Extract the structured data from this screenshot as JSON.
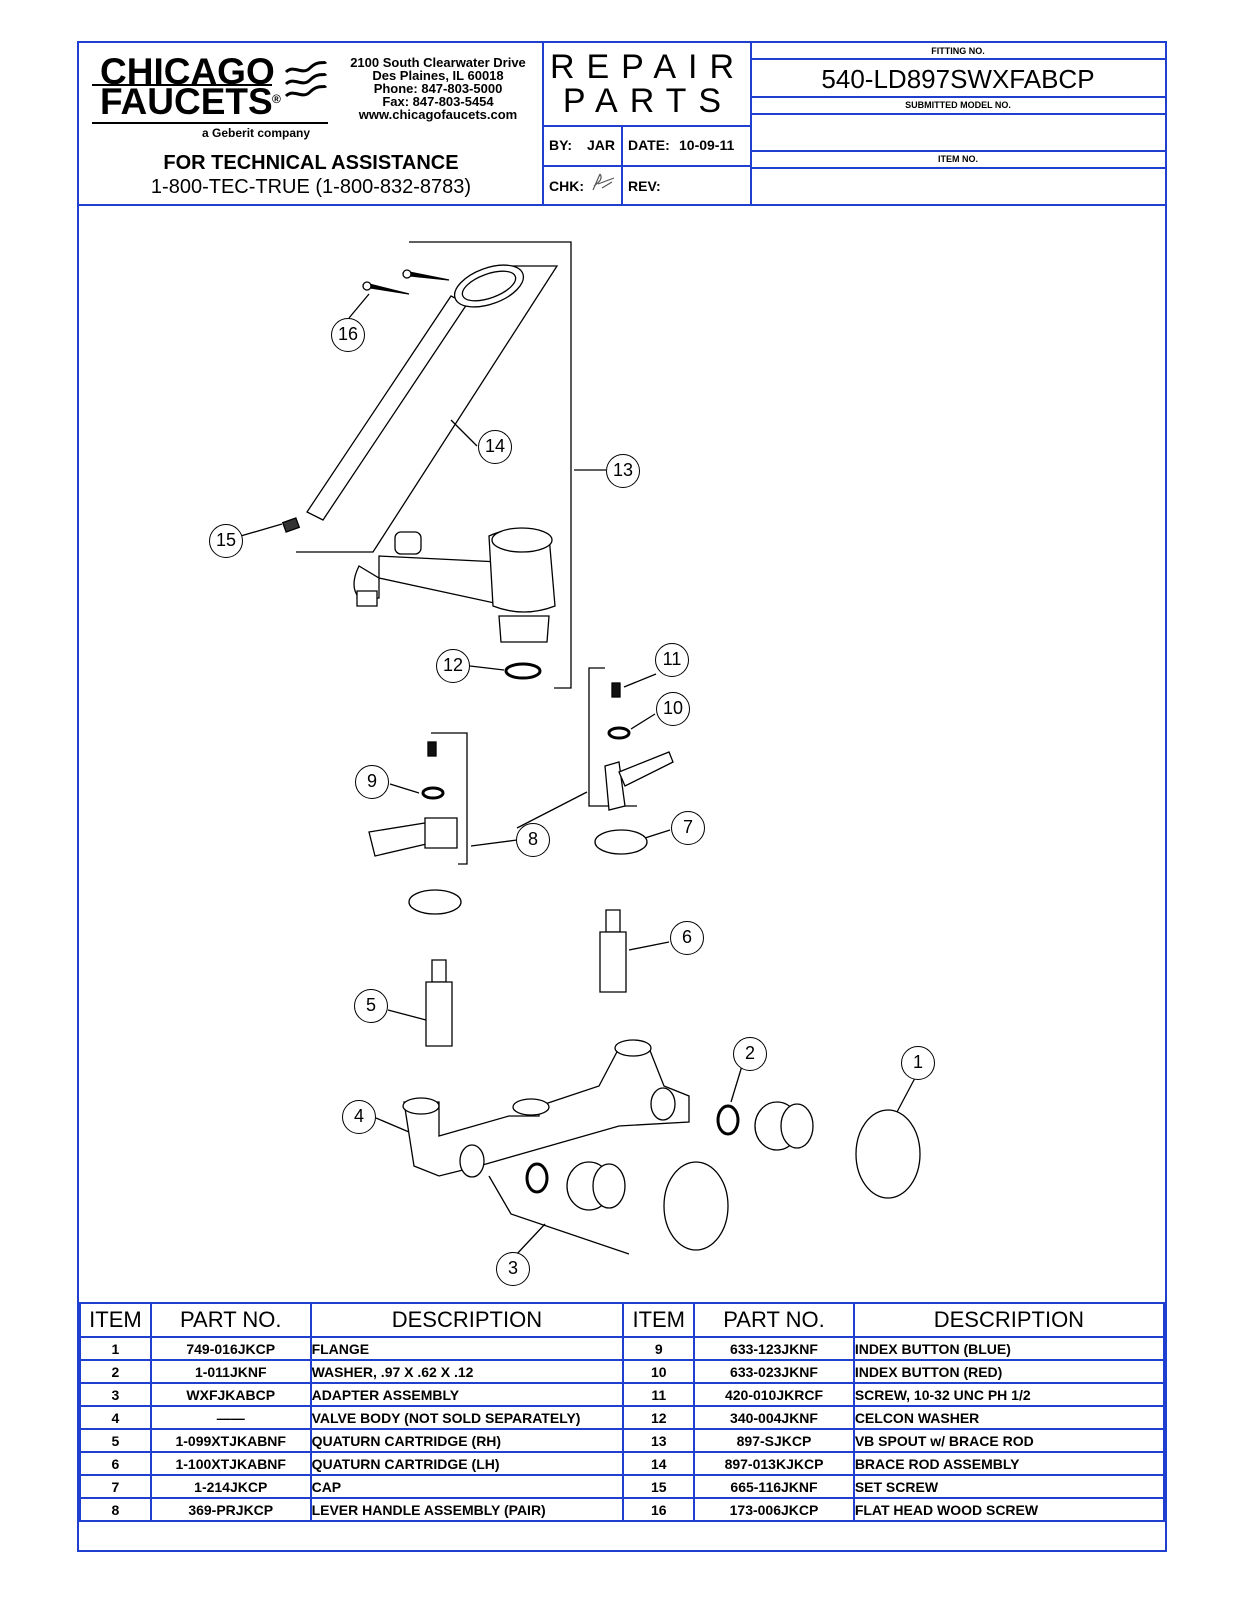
{
  "company": {
    "name_line1": "CHICAGO",
    "name_line2": "FAUCETS",
    "registered": "®",
    "tagline": "a Geberit company",
    "address_lines": [
      "2100 South Clearwater Drive",
      "Des Plaines, IL 60018",
      "Phone: 847-803-5000",
      "Fax: 847-803-5454",
      "www.chicagofaucets.com"
    ],
    "assistance_title": "FOR TECHNICAL ASSISTANCE",
    "assistance_phone": "1-800-TEC-TRUE (1-800-832-8783)"
  },
  "title": {
    "line1": "REPAIR",
    "line2": "PARTS",
    "by_label": "BY:",
    "by_value": "JAR",
    "date_label": "DATE:",
    "date_value": "10-09-11",
    "chk_label": "CHK:",
    "rev_label": "REV:"
  },
  "fitting": {
    "fitting_no_label": "FITTING NO.",
    "fitting_no": "540-LD897SWXFABCP",
    "submitted_label": "SUBMITTED MODEL NO.",
    "submitted_value": "",
    "item_no_label": "ITEM NO.",
    "item_no_value": ""
  },
  "callouts": [
    "16",
    "14",
    "13",
    "15",
    "12",
    "11",
    "10",
    "9",
    "8",
    "7",
    "6",
    "5",
    "4",
    "3",
    "2",
    "1"
  ],
  "table": {
    "headers": [
      "ITEM",
      "PART NO.",
      "DESCRIPTION",
      "ITEM",
      "PART NO.",
      "DESCRIPTION"
    ],
    "rows": [
      {
        "l_item": "1",
        "l_part": "749-016JKCP",
        "l_desc": "FLANGE",
        "r_item": "9",
        "r_part": "633-123JKNF",
        "r_desc": "INDEX BUTTON (BLUE)"
      },
      {
        "l_item": "2",
        "l_part": "1-011JKNF",
        "l_desc": "WASHER, .97  X .62 X .12",
        "r_item": "10",
        "r_part": "633-023JKNF",
        "r_desc": "INDEX BUTTON (RED)"
      },
      {
        "l_item": "3",
        "l_part": "WXFJKABCP",
        "l_desc": "ADAPTER ASSEMBLY",
        "r_item": "11",
        "r_part": "420-010JKRCF",
        "r_desc": "SCREW, 10-32 UNC PH 1/2"
      },
      {
        "l_item": "4",
        "l_part": "——",
        "l_desc": "VALVE BODY (NOT SOLD SEPARATELY)",
        "r_item": "12",
        "r_part": "340-004JKNF",
        "r_desc": "CELCON WASHER"
      },
      {
        "l_item": "5",
        "l_part": "1-099XTJKABNF",
        "l_desc": "QUATURN CARTRIDGE (RH)",
        "r_item": "13",
        "r_part": "897-SJKCP",
        "r_desc": "VB SPOUT w/ BRACE ROD"
      },
      {
        "l_item": "6",
        "l_part": "1-100XTJKABNF",
        "l_desc": "QUATURN CARTRIDGE (LH)",
        "r_item": "14",
        "r_part": "897-013KJKCP",
        "r_desc": "BRACE ROD ASSEMBLY"
      },
      {
        "l_item": "7",
        "l_part": "1-214JKCP",
        "l_desc": "CAP",
        "r_item": "15",
        "r_part": "665-116JKNF",
        "r_desc": "SET SCREW"
      },
      {
        "l_item": "8",
        "l_part": "369-PRJKCP",
        "l_desc": "LEVER HANDLE ASSEMBLY (PAIR)",
        "r_item": "16",
        "r_part": "173-006JKCP",
        "r_desc": "FLAT HEAD WOOD SCREW"
      }
    ]
  },
  "colors": {
    "border": "#1f3fd0",
    "ink": "#000000"
  }
}
